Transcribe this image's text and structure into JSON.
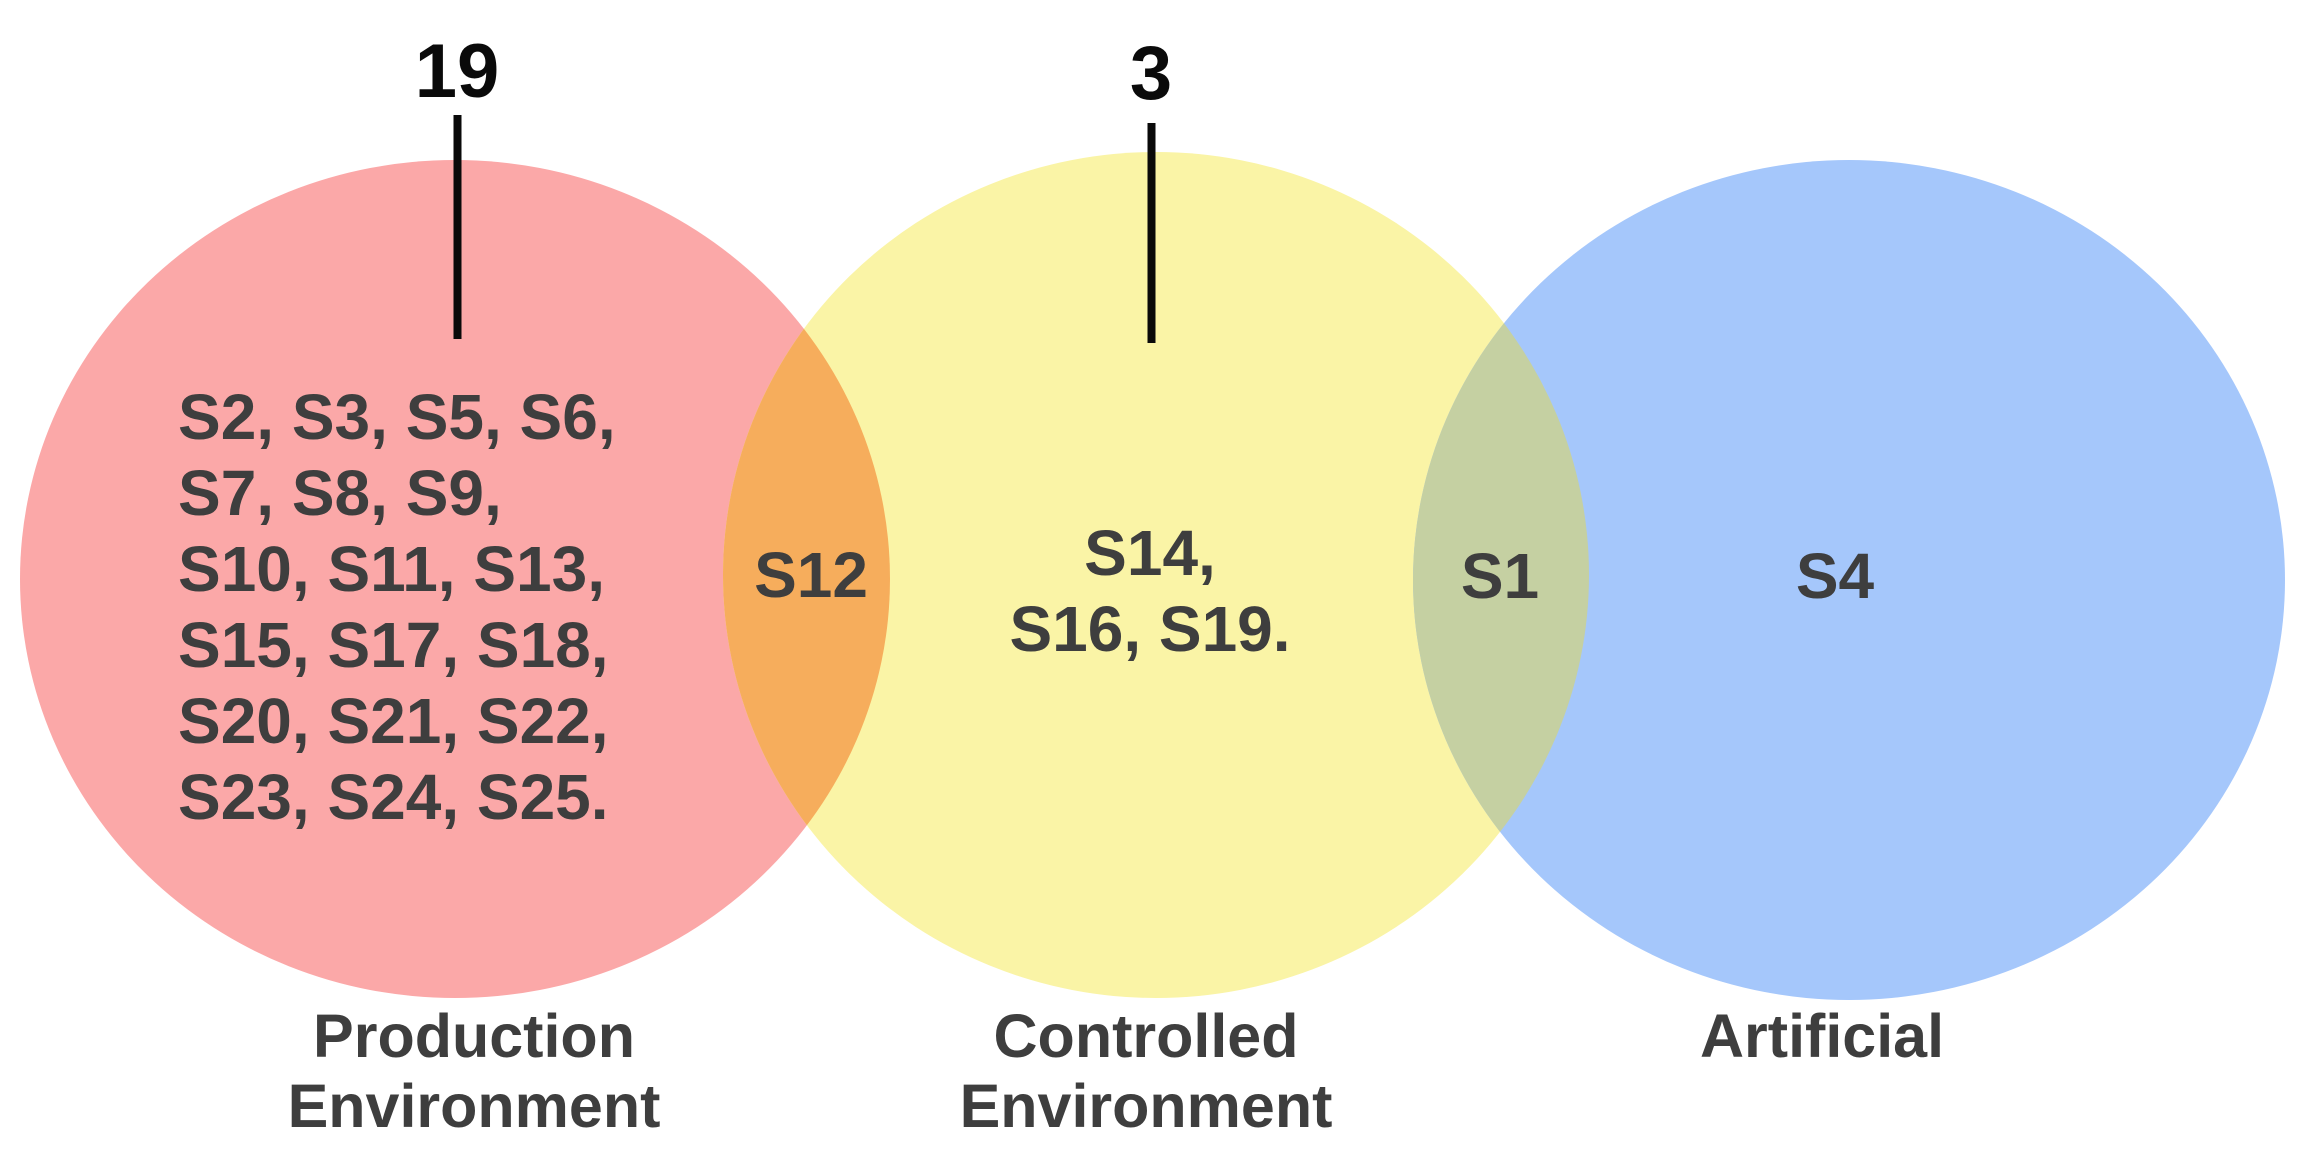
{
  "counts": {
    "production": "19",
    "controlled": "3"
  },
  "regions": {
    "production_only_lines": [
      "S2, S3, S5, S6,",
      "S7, S8, S9,",
      "S10, S11, S13,",
      "S15, S17, S18,",
      "S20, S21, S22,",
      "S23, S24, S25."
    ],
    "production_controlled_overlap": "S12",
    "controlled_only_lines": [
      "S14,",
      "S16, S19."
    ],
    "controlled_artificial_overlap": "S1",
    "artificial_only": "S4"
  },
  "labels": {
    "production": {
      "line1": "Production",
      "line2": "Environment"
    },
    "controlled": {
      "line1": "Controlled",
      "line2": "Environment"
    },
    "artificial": "Artificial"
  },
  "colors": {
    "production_fill": "#FBA8A8",
    "controlled_fill": "#FAF4A6",
    "artificial_fill": "#A5C7FB",
    "production_controlled_fill": "#F6AD5C",
    "controlled_artificial_fill": "#C5D0A2",
    "item_text": "#3E3E3E",
    "label_text": "#3E3E3E",
    "count_text": "#0A0A0A",
    "background": "#FFFFFF"
  },
  "chart_data": {
    "type": "venn",
    "sets": [
      {
        "name": "Production Environment",
        "size_callout": 19,
        "unique_items": [
          "S2",
          "S3",
          "S5",
          "S6",
          "S7",
          "S8",
          "S9",
          "S10",
          "S11",
          "S13",
          "S15",
          "S17",
          "S18",
          "S20",
          "S21",
          "S22",
          "S23",
          "S24",
          "S25"
        ]
      },
      {
        "name": "Controlled Environment",
        "size_callout": 3,
        "unique_items": [
          "S14",
          "S16",
          "S19"
        ]
      },
      {
        "name": "Artificial",
        "unique_items": [
          "S4"
        ]
      }
    ],
    "overlaps": [
      {
        "between": [
          "Production Environment",
          "Controlled Environment"
        ],
        "items": [
          "S12"
        ]
      },
      {
        "between": [
          "Controlled Environment",
          "Artificial"
        ],
        "items": [
          "S1"
        ]
      }
    ]
  }
}
